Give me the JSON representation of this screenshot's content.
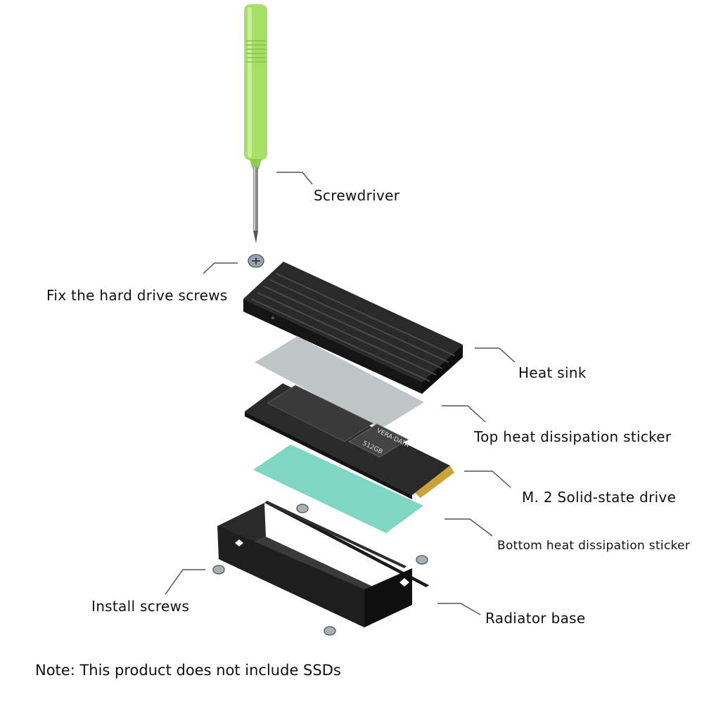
{
  "labels": {
    "screwdriver": "Screwdriver",
    "fix_screws": "Fix the hard drive screws",
    "heat_sink": "Heat sink",
    "top_sticker": "Top heat dissipation sticker",
    "ssd": "M. 2 Solid-state drive",
    "bottom_sticker": "Bottom heat dissipation sticker",
    "install_screws": "Install screws",
    "radiator_base": "Radiator base"
  },
  "ssd_print": {
    "brand": "VERA·DATA",
    "capacity": "512GB"
  },
  "note": "Note: This product does not include SSDs",
  "colors": {
    "handle": "#a8e06a",
    "heatsink": "#1f1f1f",
    "top_sticker": "#bfc3c3",
    "bottom_sticker": "#7fd6c4",
    "ssd_board": "#2b2b2b",
    "base": "#222222"
  }
}
